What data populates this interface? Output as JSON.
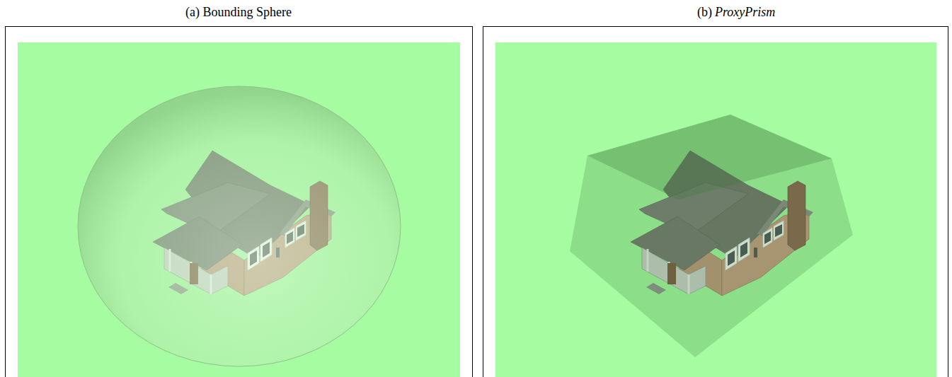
{
  "diagram": {
    "labels": [
      "(a) Bounding Sphere",
      "(b)",
      "ProxyPrism"
    ]
  }
}
